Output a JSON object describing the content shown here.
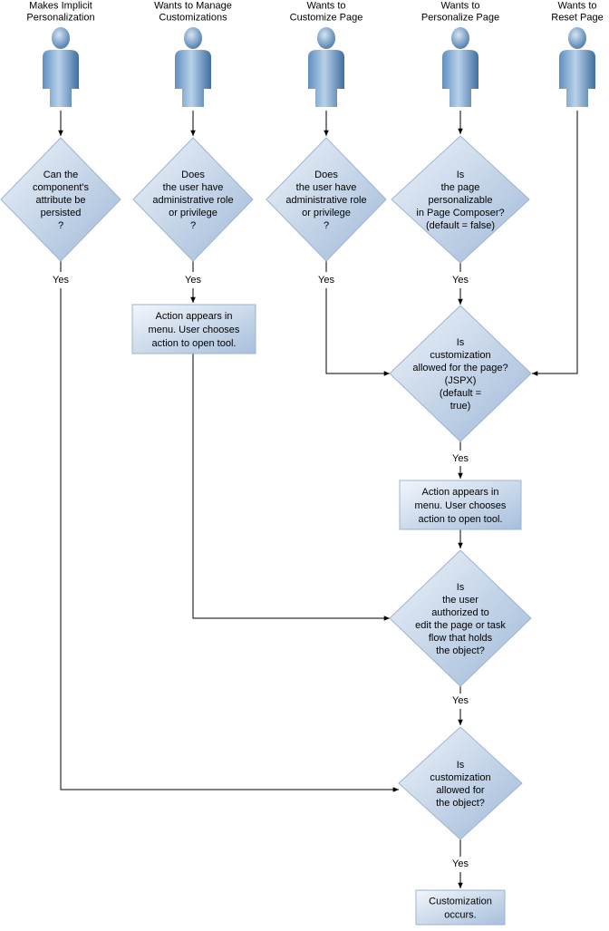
{
  "actors": [
    {
      "id": "implicit",
      "label": [
        "Makes Implicit",
        "Personalization"
      ]
    },
    {
      "id": "manage",
      "label": [
        "Wants to Manage",
        "Customizations"
      ]
    },
    {
      "id": "customize",
      "label": [
        "Wants to",
        "Customize Page"
      ]
    },
    {
      "id": "personalize",
      "label": [
        "Wants to",
        "Personalize Page"
      ]
    },
    {
      "id": "reset",
      "label": [
        "Wants to",
        "Reset Page"
      ]
    }
  ],
  "decisions": [
    {
      "id": "d-persisted",
      "label": [
        "Can the",
        "component's",
        "attribute be",
        "persisted",
        "?"
      ]
    },
    {
      "id": "d-admin-manage",
      "label": [
        "Does",
        "the user have",
        "administrative role",
        "or privilege",
        "?"
      ]
    },
    {
      "id": "d-admin-customize",
      "label": [
        "Does",
        "the user have",
        "administrative role",
        "or privilege",
        "?"
      ]
    },
    {
      "id": "d-personalizable",
      "label": [
        "Is",
        "the page",
        "personalizable",
        "in Page Composer?",
        "(default = false)"
      ]
    },
    {
      "id": "d-page-allowed",
      "label": [
        "Is",
        "customization",
        "allowed for the page?",
        "(JSPX)",
        "(default =",
        "true)"
      ]
    },
    {
      "id": "d-authorized",
      "label": [
        "Is",
        "the user",
        "authorized to",
        "edit the page or task",
        "flow that holds",
        "the object?"
      ]
    },
    {
      "id": "d-object-allowed",
      "label": [
        "Is",
        "customization",
        "allowed for",
        "the object?"
      ]
    }
  ],
  "actions": [
    {
      "id": "a-tool-1",
      "label": [
        "Action appears in",
        "menu. User chooses",
        "action to open tool."
      ]
    },
    {
      "id": "a-tool-2",
      "label": [
        "Action appears in",
        "menu. User chooses",
        "action to open tool."
      ]
    },
    {
      "id": "a-final",
      "label": [
        "Customization",
        "occurs."
      ]
    }
  ],
  "edge_labels": {
    "yes": "Yes"
  }
}
